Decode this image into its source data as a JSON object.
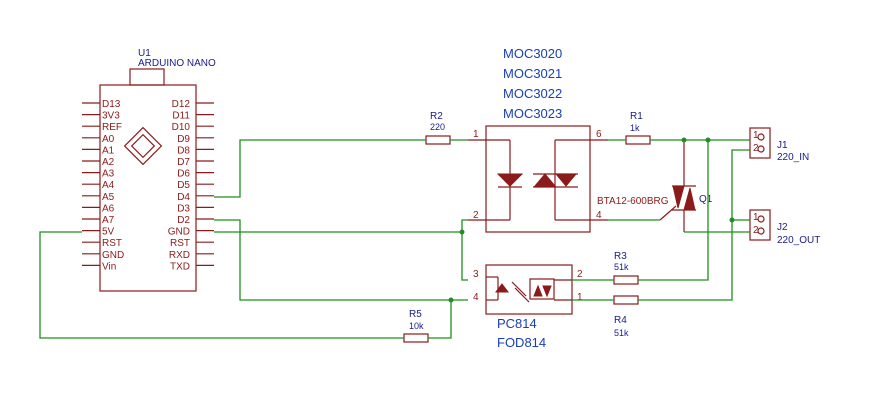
{
  "u1": {
    "ref": "U1",
    "value": "ARDUINO NANO",
    "left_pins": [
      "D13",
      "3V3",
      "REF",
      "A0",
      "A1",
      "A2",
      "A3",
      "A4",
      "A5",
      "A6",
      "A7",
      "5V",
      "RST",
      "GND",
      "Vin"
    ],
    "right_pins": [
      "D12",
      "D11",
      "D10",
      "D9",
      "D8",
      "D7",
      "D6",
      "D5",
      "D4",
      "D3",
      "D2",
      "GND",
      "RST",
      "RXD",
      "TXD"
    ]
  },
  "optotriac": {
    "names": [
      "MOC3020",
      "MOC3021",
      "MOC3022",
      "MOC3023"
    ],
    "pins": [
      "1",
      "2",
      "6",
      "4"
    ]
  },
  "optocoupler": {
    "names": [
      "PC814",
      "FOD814"
    ],
    "pins": [
      "3",
      "4",
      "2",
      "1"
    ]
  },
  "r1": {
    "ref": "R1",
    "value": "1k"
  },
  "r2": {
    "ref": "R2",
    "value": "220"
  },
  "r3": {
    "ref": "R3",
    "value": "51k"
  },
  "r4": {
    "ref": "R4",
    "value": "51k"
  },
  "r5": {
    "ref": "R5",
    "value": "10k"
  },
  "q1": {
    "ref": "Q1",
    "value": "BTA12-600BRG"
  },
  "j1": {
    "ref": "J1",
    "value": "220_IN",
    "pins": [
      "1",
      "2"
    ]
  },
  "j2": {
    "ref": "J2",
    "value": "220_OUT",
    "pins": [
      "1",
      "2"
    ]
  },
  "colors": {
    "symbol": "#8b1a1a",
    "wire": "#1f8f1f",
    "reference": "#1a1a8b",
    "part_name": "#1a3fb0"
  }
}
